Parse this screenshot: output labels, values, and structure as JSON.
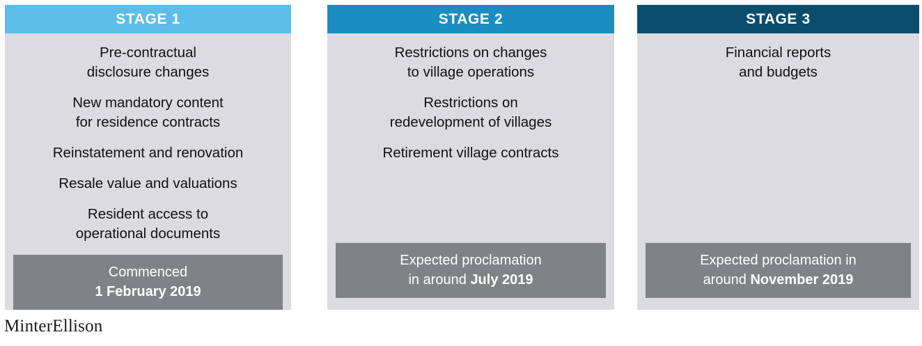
{
  "brand": "MinterEllison",
  "colors": {
    "stage1_header": "#5BBDE8",
    "stage2_header": "#1B8DC0",
    "stage3_header": "#0A4C6B",
    "card_body": "#DCDCE0",
    "footer_box": "#808285",
    "header_text": "#FFFFFF",
    "body_text": "#111111"
  },
  "stages": [
    {
      "title": "STAGE 1",
      "items": [
        "Pre-contractual\ndisclosure changes",
        "New mandatory content\nfor residence contracts",
        "Reinstatement and renovation",
        "Resale value and valuations",
        "Resident access to\noperational documents"
      ],
      "footer": {
        "line1": "Commenced",
        "line2_bold": "1 February 2019",
        "line2_prefix": ""
      }
    },
    {
      "title": "STAGE 2",
      "items": [
        "Restrictions on changes\nto village operations",
        "Restrictions on\nredevelopment of villages",
        "Retirement village contracts"
      ],
      "footer": {
        "line1": "Expected proclamation",
        "line2_prefix": "in around ",
        "line2_bold": "July 2019"
      }
    },
    {
      "title": "STAGE 3",
      "items": [
        "Financial reports\nand budgets"
      ],
      "footer": {
        "line1": "Expected proclamation in",
        "line2_prefix": "around ",
        "line2_bold": "November 2019"
      }
    }
  ]
}
